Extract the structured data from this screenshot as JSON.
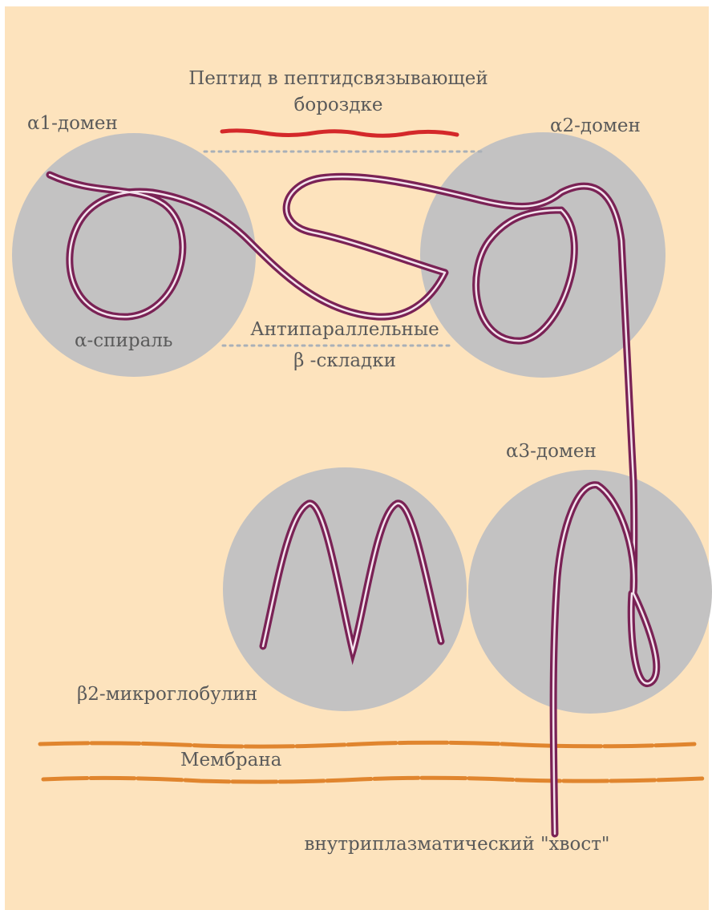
{
  "labels": {
    "peptide_line1": "Пептид в пептидсвязывающей",
    "peptide_line2": "бороздке",
    "alpha1": "α1-домен",
    "alpha2": "α2-домен",
    "alpha3": "α3-домен",
    "helix": "α-спираль",
    "sheets_line1": "Антипараллельные",
    "sheets_line2": "β -складки",
    "b2m": "β2-микроглобулин",
    "membrane": "Мембрана",
    "tail": "внутриплазматический \"хвост\""
  },
  "colors": {
    "background": "#fde3bd",
    "domain_circle": "#c3c2c2",
    "chain": "#7a2255",
    "peptide": "#d4282a",
    "membrane": "#e0852e",
    "label_text": "#5a5a5a"
  }
}
